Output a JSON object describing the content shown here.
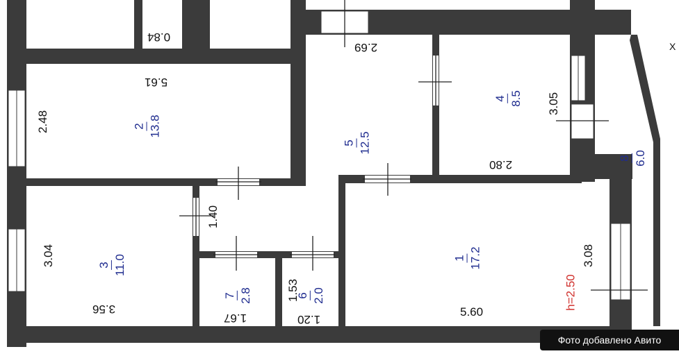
{
  "rooms": [
    {
      "id": "1",
      "number": "1",
      "area": "17.2"
    },
    {
      "id": "2",
      "number": "2",
      "area": "13.8"
    },
    {
      "id": "3",
      "number": "3",
      "area": "11.0"
    },
    {
      "id": "4",
      "number": "4",
      "area": "8.5"
    },
    {
      "id": "5",
      "number": "5",
      "area": "12.5"
    },
    {
      "id": "6",
      "number": "6",
      "area": "2.0"
    },
    {
      "id": "7",
      "number": "7",
      "area": "2.8"
    },
    {
      "id": "8",
      "number": "8",
      "area": "6.0"
    }
  ],
  "dimensions": {
    "top_narrow": "0.84",
    "room2_width": "5.61",
    "room2_height": "2.48",
    "room5_width": "2.69",
    "room4_height": "3.05",
    "room4_width": "2.80",
    "corridor_height": "1.40",
    "room3_height": "3.04",
    "room3_width": "3.56",
    "room7_width": "1.67",
    "room6_height": "1.53",
    "room6_width": "1.20",
    "room1_width": "5.60",
    "room1_height": "3.08"
  },
  "ceiling_height": "h=2.50",
  "watermark": "Фото добавлено Авито",
  "edge_mark": "X",
  "colors": {
    "wall": "#3b3b3b",
    "room_label": "#1f2c8f",
    "height_label": "#d0312d"
  }
}
